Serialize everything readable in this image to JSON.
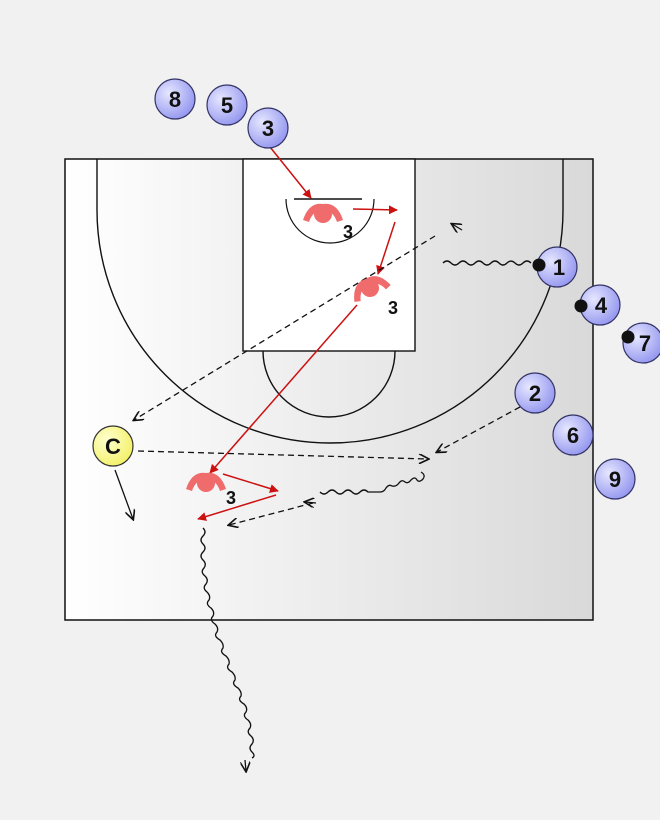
{
  "colors": {
    "background": "#f1f1f1",
    "court_line": "#111111",
    "player_fill": "#a9abf5",
    "player_stroke": "#333366",
    "coach_fill": "#ffff80",
    "defender": "#f06b6b",
    "red_arrow": "#cc1111",
    "black_arrow": "#111111"
  },
  "players": [
    {
      "id": "p8",
      "label": "8",
      "has_ball": false
    },
    {
      "id": "p5",
      "label": "5",
      "has_ball": false
    },
    {
      "id": "p3",
      "label": "3",
      "has_ball": false
    },
    {
      "id": "p1",
      "label": "1",
      "has_ball": true
    },
    {
      "id": "p4",
      "label": "4",
      "has_ball": true
    },
    {
      "id": "p7",
      "label": "7",
      "has_ball": true
    },
    {
      "id": "p2",
      "label": "2",
      "has_ball": false
    },
    {
      "id": "p6",
      "label": "6",
      "has_ball": false
    },
    {
      "id": "p9",
      "label": "9",
      "has_ball": false
    }
  ],
  "coach": {
    "label": "C"
  },
  "defender_positions": [
    {
      "id": "d1",
      "label": "3"
    },
    {
      "id": "d2",
      "label": "3"
    },
    {
      "id": "d3",
      "label": "3"
    }
  ],
  "icons": {
    "player": "player-circle-icon",
    "coach": "coach-circle-icon",
    "defender": "defender-stance-icon",
    "ball": "ball-dot-icon"
  }
}
